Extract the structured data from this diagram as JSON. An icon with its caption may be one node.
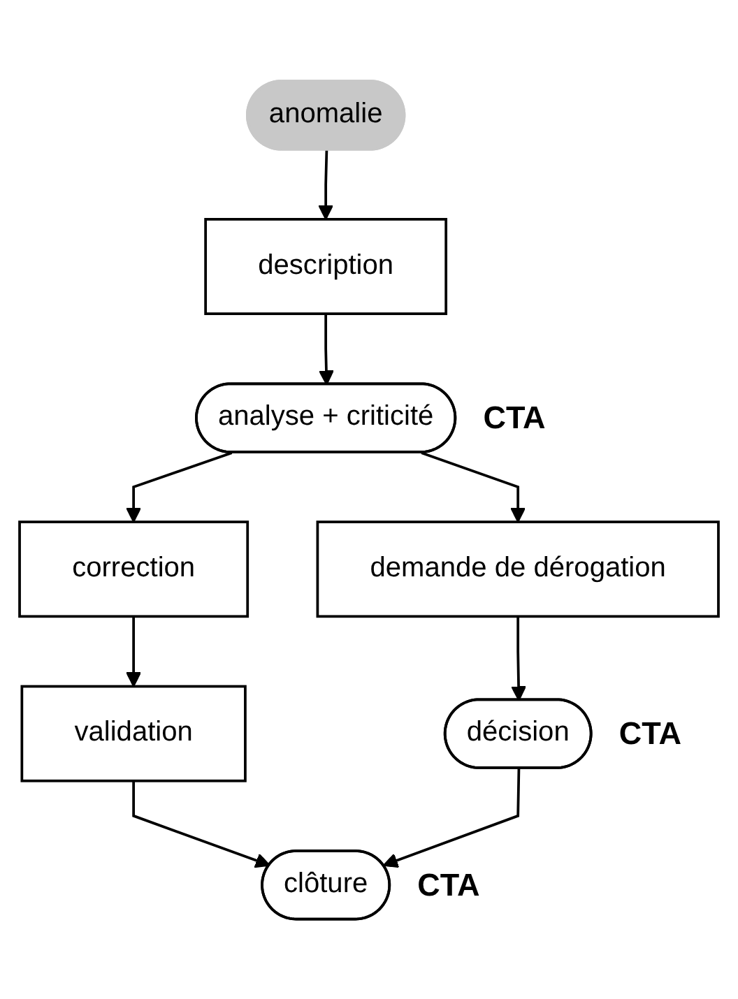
{
  "diagram": {
    "nodes": [
      {
        "text": [
          "anomalie"
        ]
      },
      {
        "text": [
          "description"
        ]
      },
      {
        "text": [
          "analyse + criticité"
        ],
        "beside": [
          "CTA"
        ]
      },
      {
        "text": [
          "correction"
        ]
      },
      {
        "text": [
          "demande de dérogation"
        ]
      },
      {
        "text": [
          "validation"
        ]
      },
      {
        "text": [
          "décision"
        ],
        "beside": [
          "CTA"
        ]
      },
      {
        "text": [
          "clôture"
        ],
        "beside": [
          "CTA"
        ]
      }
    ],
    "edges": [
      {
        "from": 0,
        "to": 1,
        "arrow": "to"
      },
      {
        "from": 1,
        "to": 2,
        "arrow": "to"
      },
      {
        "from": 2,
        "to": 3,
        "arrow": "to"
      },
      {
        "from": 2,
        "to": 4,
        "arrow": "to"
      },
      {
        "from": 3,
        "to": 5,
        "arrow": "to"
      },
      {
        "from": 4,
        "to": 6,
        "arrow": "to"
      },
      {
        "from": 5,
        "to": 7,
        "arrow": "to"
      },
      {
        "from": 6,
        "to": 7,
        "arrow": "to"
      }
    ]
  }
}
